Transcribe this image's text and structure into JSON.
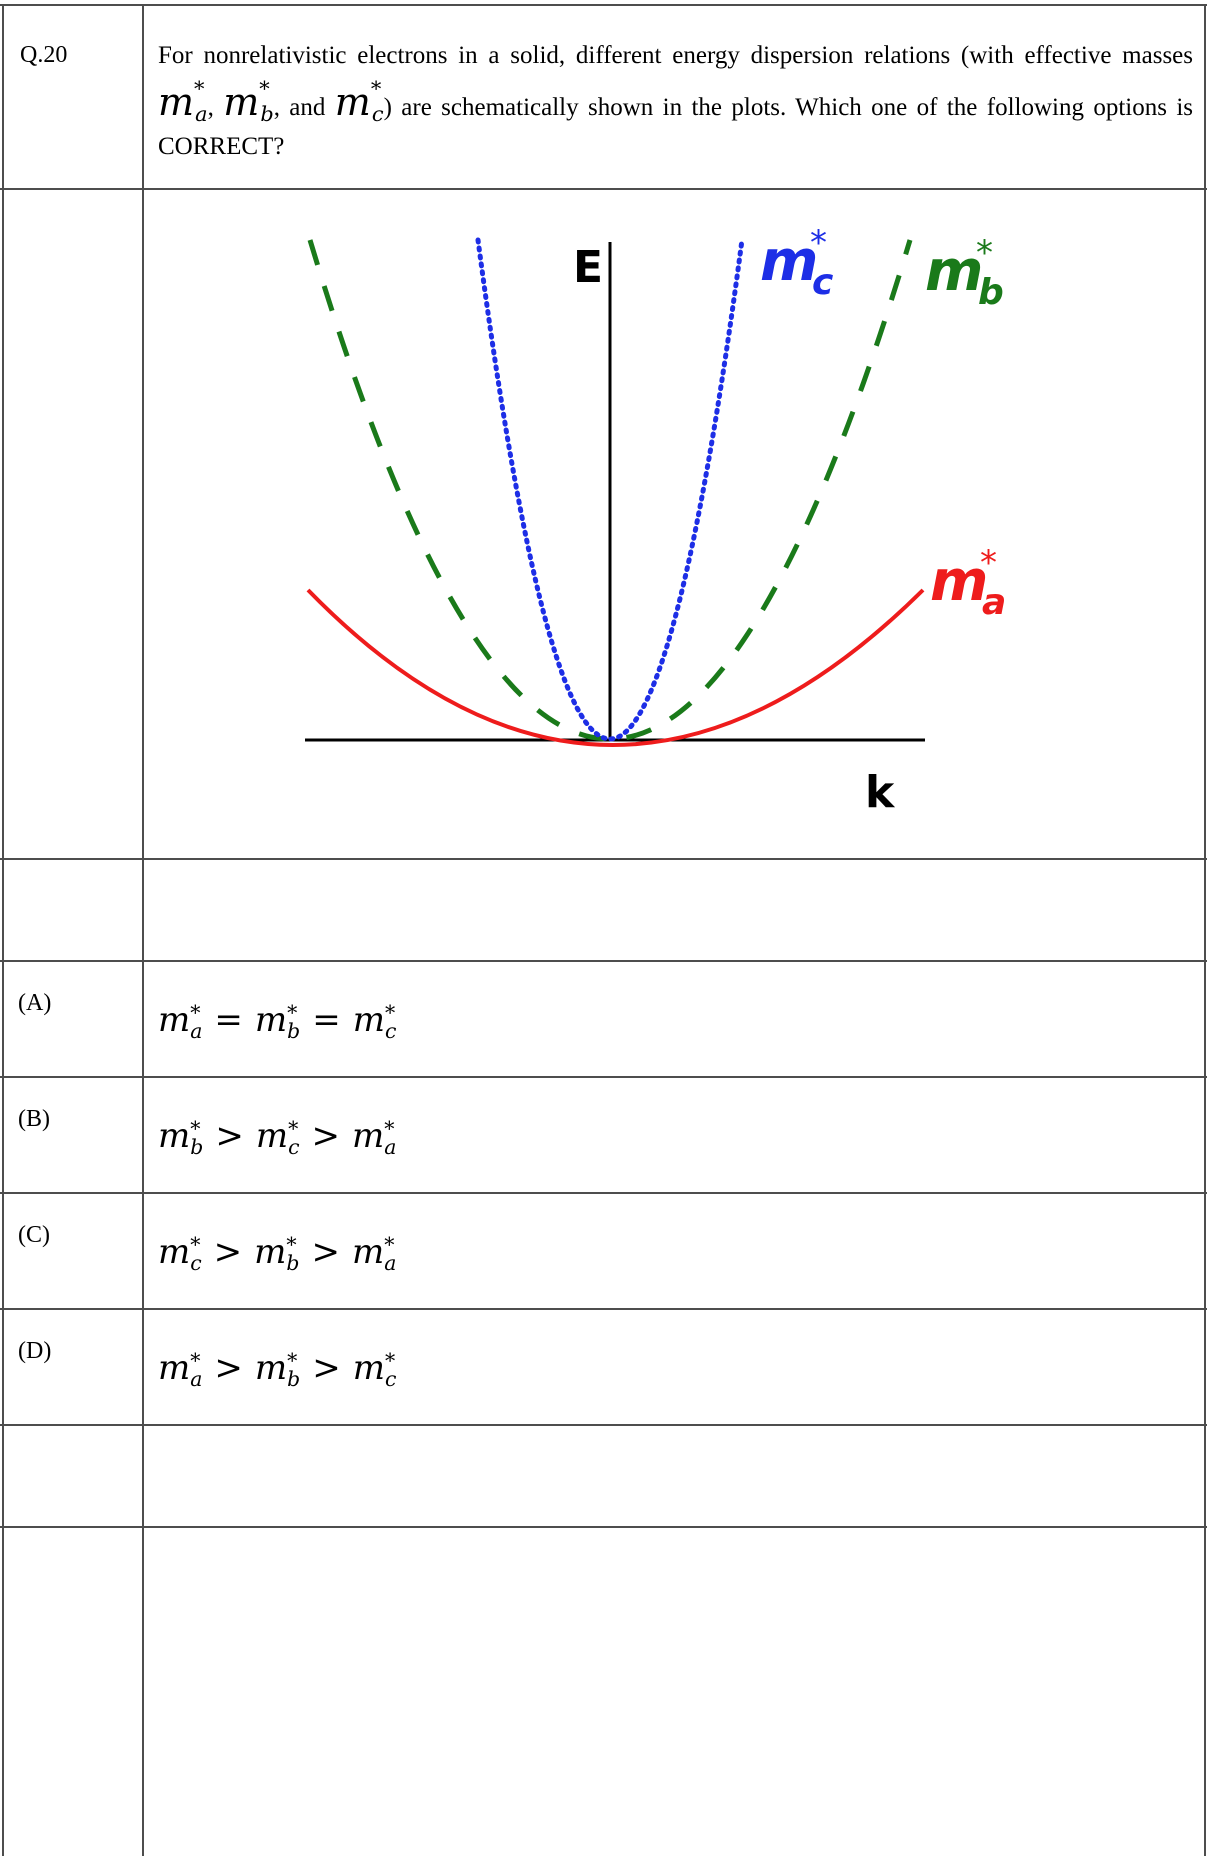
{
  "question": {
    "number": "Q.20",
    "text_pre": "For nonrelativistic electrons in a solid, different energy dispersion relations (with effective masses",
    "text_mid1": ",",
    "text_mid2": ", and",
    "text_post": ") are schematically shown in the plots. Which one of the following options is CORRECT?"
  },
  "figure": {
    "y_axis_label": "E",
    "x_axis_label": "k",
    "curve_labels": {
      "a": "m",
      "b": "m",
      "c": "m"
    },
    "colors": {
      "a": "#ee1c1c",
      "b": "#1a7a1a",
      "c": "#1d2ee6"
    }
  },
  "options": [
    {
      "label": "(A)",
      "lhs": "m",
      "lhs_sub": "a",
      "op1": "=",
      "mid": "m",
      "mid_sub": "b",
      "op2": "=",
      "rhs": "m",
      "rhs_sub": "c"
    },
    {
      "label": "(B)",
      "lhs": "m",
      "lhs_sub": "b",
      "op1": ">",
      "mid": "m",
      "mid_sub": "c",
      "op2": ">",
      "rhs": "m",
      "rhs_sub": "a"
    },
    {
      "label": "(C)",
      "lhs": "m",
      "lhs_sub": "c",
      "op1": ">",
      "mid": "m",
      "mid_sub": "b",
      "op2": ">",
      "rhs": "m",
      "rhs_sub": "a"
    },
    {
      "label": "(D)",
      "lhs": "m",
      "lhs_sub": "a",
      "op1": ">",
      "mid": "m",
      "mid_sub": "b",
      "op2": ">",
      "rhs": "m",
      "rhs_sub": "c"
    }
  ]
}
